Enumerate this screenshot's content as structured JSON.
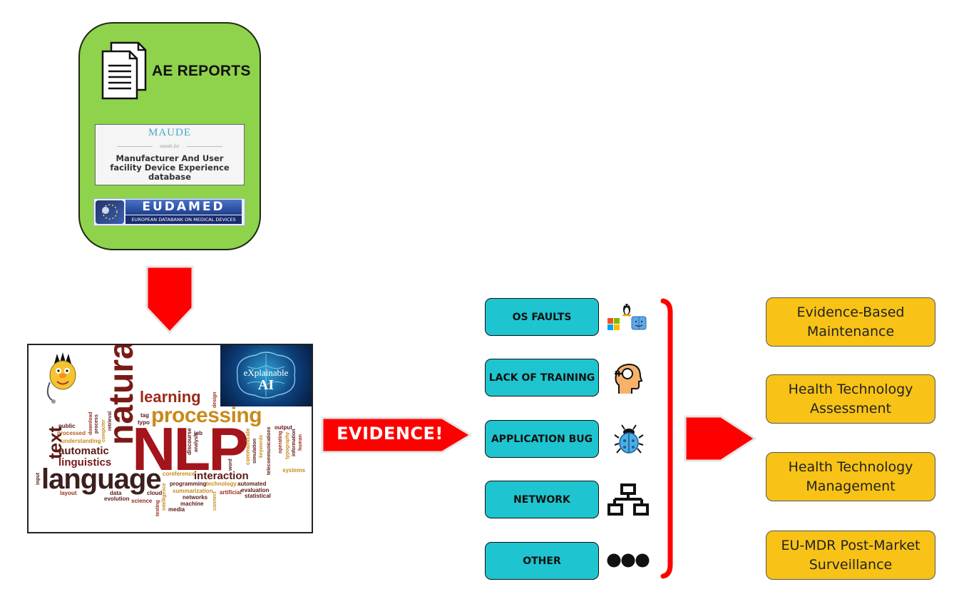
{
  "ae_reports": {
    "title": "AE REPORTS",
    "maude": {
      "name": "MAUDE",
      "stands_for": "stands for",
      "full_name": "Manufacturer And User facility Device Experience database"
    },
    "eudamed": {
      "name": "EUDAMED",
      "subtitle": "EUROPEAN DATABANK ON MEDICAL DEVICES"
    }
  },
  "nlp_cloud": {
    "xai_line1": "eXplainable",
    "xai_line2": "AI",
    "words": {
      "natural": "natural",
      "nlp": "NLP",
      "language": "language",
      "processing": "processing",
      "learning": "learning",
      "text": "text",
      "automatic": "automatic",
      "linguistics": "linguistics",
      "interaction": "interaction",
      "public": "public",
      "processed": "processed",
      "understanding": "understanding",
      "download": "download",
      "process": "process",
      "computer": "computer",
      "retrieval": "retrieval",
      "tag": "tag",
      "typo": "typo",
      "design": "design",
      "job": "job",
      "output": "output",
      "discourse": "discourse",
      "analysis": "analysis",
      "word": "word",
      "communicate": "communicate",
      "simulation": "simulation",
      "keywords": "keywords",
      "telecommunications": "telecommunications",
      "operating": "operating",
      "typography": "typography",
      "information": "information",
      "human": "human",
      "systems": "systems",
      "coreference": "coreference",
      "programming": "programming",
      "technology": "technology",
      "automated": "automated",
      "summarization": "summarization",
      "artificial": "artificial",
      "evaluation": "evaluation",
      "statistical": "statistical",
      "networks": "networks",
      "machine": "machine",
      "intelligence": "intelligence",
      "testing": "testing",
      "media": "media",
      "connect": "connect",
      "cloud": "cloud",
      "data": "data",
      "evolution": "evolution",
      "science": "science",
      "layout": "layout",
      "input": "input"
    }
  },
  "evidence_label": "EVIDENCE!",
  "categories": [
    {
      "label": "OS FAULTS",
      "icon": "os-logos-icon"
    },
    {
      "label": "LACK OF TRAINING",
      "icon": "head-training-icon"
    },
    {
      "label": "APPLICATION BUG",
      "icon": "bug-icon"
    },
    {
      "label": "NETWORK",
      "icon": "network-icon"
    },
    {
      "label": "OTHER",
      "icon": "ellipsis-icon"
    }
  ],
  "outcomes": [
    {
      "line1": "Evidence-Based",
      "line2": "Maintenance"
    },
    {
      "line1": "Health Technology",
      "line2": "Assessment"
    },
    {
      "line1": "Health Technology",
      "line2": "Management"
    },
    {
      "line1": "EU-MDR Post-Market",
      "line2": "Surveillance"
    }
  ],
  "colors": {
    "panel_green": "#8fd24c",
    "arrow_red": "#ff0000",
    "category_cyan": "#1ec5d0",
    "outcome_yellow": "#f8c316"
  }
}
